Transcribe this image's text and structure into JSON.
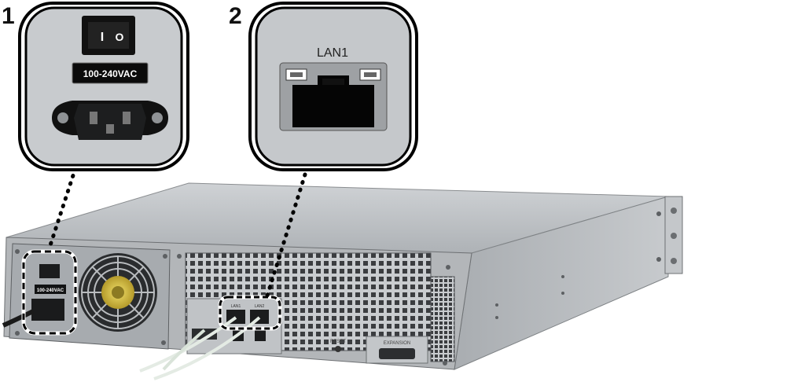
{
  "callouts": [
    {
      "number": "1",
      "switch_symbols": {
        "on": "I",
        "off": "O"
      },
      "voltage_label": "100-240VAC"
    },
    {
      "number": "2",
      "port_label": "LAN1"
    }
  ],
  "device_labels": {
    "psu_voltage": "100-240VAC",
    "reset": "RESET",
    "expansion": "EXPANSION",
    "lan_small": [
      "LAN1",
      "LAN2"
    ]
  },
  "colors": {
    "chassis_top": "#b9bcbf",
    "chassis_front": "#9ea2a6",
    "callout_border": "#111111",
    "cable": "#e4ebe4"
  }
}
